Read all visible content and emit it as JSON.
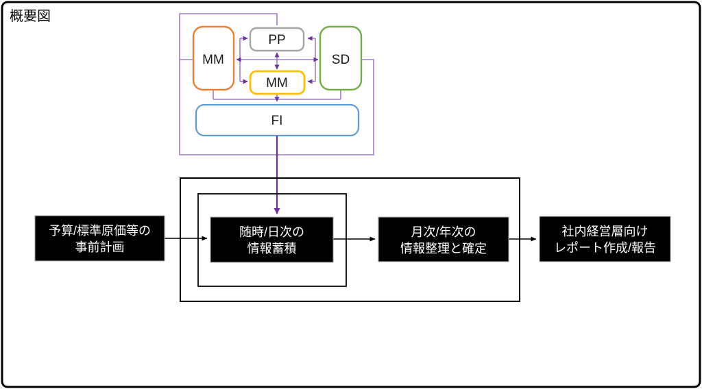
{
  "title": "概要図",
  "colors": {
    "frame": "#000000",
    "mm_left_border": "#ED7D31",
    "pp_border": "#A5A5A5",
    "sd_border": "#70AD47",
    "mm_center_border": "#FFC000",
    "fi_border": "#5B9BD5",
    "purple_line": "#A07CC9",
    "purple_arrow": "#7030A0",
    "step_box_fill": "#000000",
    "step_box_border": "#A6A6A6",
    "step_text": "#FFFFFF"
  },
  "modules": {
    "mm_left": "MM",
    "pp": "PP",
    "sd": "SD",
    "mm_center": "MM",
    "fi": "FI"
  },
  "process_steps": [
    {
      "name": "pre-planning",
      "line1": "予算/標準原価等の",
      "line2": "事前計画"
    },
    {
      "name": "daily-accumulation",
      "line1": "随時/日次の",
      "line2": "情報蓄積"
    },
    {
      "name": "monthly-closing",
      "line1": "月次/年次の",
      "line2": "情報整理と確定"
    },
    {
      "name": "management-reporting",
      "line1": "社内経営層向け",
      "line2": "レポート作成/報告"
    }
  ]
}
